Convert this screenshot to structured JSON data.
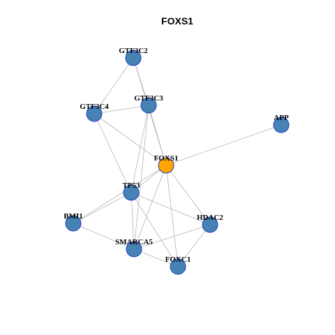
{
  "title": "FOXS1",
  "colors": {
    "focus_node": "#FFA500",
    "node": "#4682B4",
    "node_border": "#1f3fbf",
    "edge": "#b4b4b4"
  },
  "nodes": [
    {
      "id": "GTF3C2",
      "label": "GTF3C2",
      "focus": false
    },
    {
      "id": "GTF3C3",
      "label": "GTF3C3",
      "focus": false
    },
    {
      "id": "GTF3C4",
      "label": "GTF3C4",
      "focus": false
    },
    {
      "id": "APP",
      "label": "APP",
      "focus": false
    },
    {
      "id": "FOXS1",
      "label": "FOXS1",
      "focus": true
    },
    {
      "id": "TP53",
      "label": "TP53",
      "focus": false
    },
    {
      "id": "BMI1",
      "label": "BMI1",
      "focus": false
    },
    {
      "id": "HDAC2",
      "label": "HDAC2",
      "focus": false
    },
    {
      "id": "SMARCA5",
      "label": "SMARCA5",
      "focus": false
    },
    {
      "id": "FOXC1",
      "label": "FOXC1",
      "focus": false
    }
  ],
  "edges": [
    [
      "GTF3C2",
      "GTF3C4"
    ],
    [
      "GTF3C2",
      "GTF3C3"
    ],
    [
      "GTF3C2",
      "FOXS1"
    ],
    [
      "GTF3C4",
      "GTF3C3"
    ],
    [
      "GTF3C4",
      "FOXS1"
    ],
    [
      "GTF3C4",
      "TP53"
    ],
    [
      "GTF3C3",
      "FOXS1"
    ],
    [
      "GTF3C3",
      "TP53"
    ],
    [
      "GTF3C3",
      "SMARCA5"
    ],
    [
      "APP",
      "FOXS1"
    ],
    [
      "FOXS1",
      "TP53"
    ],
    [
      "FOXS1",
      "BMI1"
    ],
    [
      "FOXS1",
      "HDAC2"
    ],
    [
      "FOXS1",
      "SMARCA5"
    ],
    [
      "FOXS1",
      "FOXC1"
    ],
    [
      "TP53",
      "BMI1"
    ],
    [
      "TP53",
      "HDAC2"
    ],
    [
      "TP53",
      "SMARCA5"
    ],
    [
      "TP53",
      "FOXC1"
    ],
    [
      "BMI1",
      "SMARCA5"
    ],
    [
      "SMARCA5",
      "HDAC2"
    ],
    [
      "SMARCA5",
      "FOXC1"
    ],
    [
      "HDAC2",
      "FOXC1"
    ]
  ]
}
